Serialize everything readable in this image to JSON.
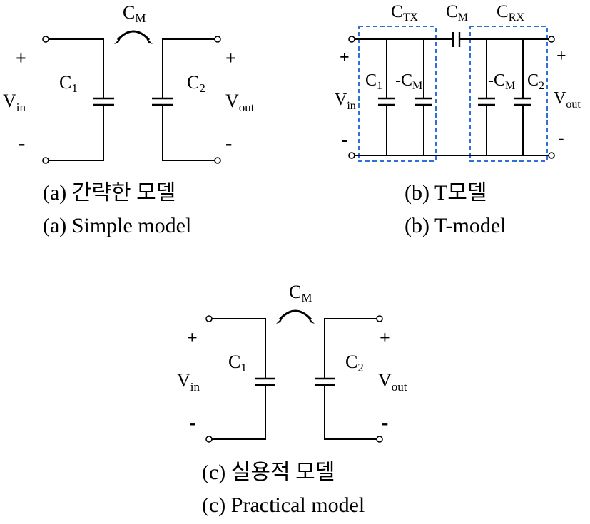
{
  "panel_a": {
    "coupling": "C",
    "coupling_sub": "M",
    "cap1": "C",
    "cap1_sub": "1",
    "cap2": "C",
    "cap2_sub": "2",
    "plus_left": "+",
    "plus_right": "+",
    "minus_left": "-",
    "minus_right": "-",
    "vin": "V",
    "vin_sub": "in",
    "vout": "V",
    "vout_sub": "out",
    "caption_kr": "(a)  간략한  모델",
    "caption_en": "(a)  Simple  model"
  },
  "panel_b": {
    "ctx": "C",
    "ctx_sub": "TX",
    "cm": "C",
    "cm_sub": "M",
    "crx": "C",
    "crx_sub": "RX",
    "cap1": "C",
    "cap1_sub": "1",
    "neg_cm_left": "-C",
    "neg_cm_left_sub": "M",
    "neg_cm_right": "-C",
    "neg_cm_right_sub": "M",
    "cap2": "C",
    "cap2_sub": "2",
    "plus_left": "+",
    "plus_right": "+",
    "minus_left": "-",
    "minus_right": "-",
    "vin": "V",
    "vin_sub": "in",
    "vout": "V",
    "vout_sub": "out",
    "caption_kr": "(b)  T모델",
    "caption_en": "(b)  T-model"
  },
  "panel_c": {
    "coupling": "C",
    "coupling_sub": "M",
    "cap1": "C",
    "cap1_sub": "1",
    "cap2": "C",
    "cap2_sub": "2",
    "plus_left": "+",
    "plus_right": "+",
    "minus_left": "-",
    "minus_right": "-",
    "vin": "V",
    "vin_sub": "in",
    "vout": "V",
    "vout_sub": "out",
    "caption_kr": "(c)  실용적  모델",
    "caption_en": "(c)  Practical  model"
  },
  "colors": {
    "wire": "#000000",
    "box": "#2f6fd6"
  }
}
